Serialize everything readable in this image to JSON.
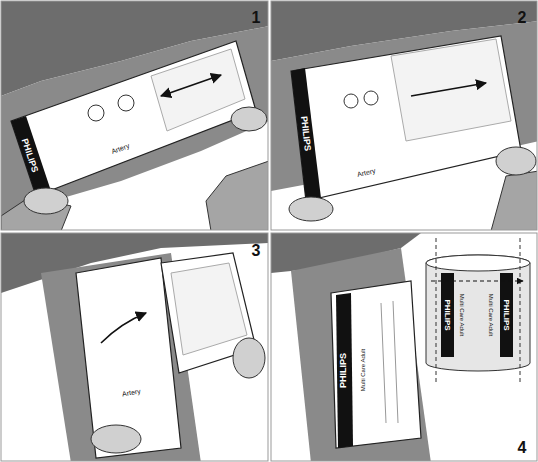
{
  "diagram": {
    "labels": [
      "1",
      "PHILIPS",
      "Artery",
      "2",
      "PHILIPS",
      "Artery",
      "3",
      "Artery",
      "4",
      "PHILIPS",
      "Multi Care Adult",
      "PHILIPS",
      "Multi Care Adult",
      "PHILIPS",
      "Multi Care Adult"
    ]
  }
}
